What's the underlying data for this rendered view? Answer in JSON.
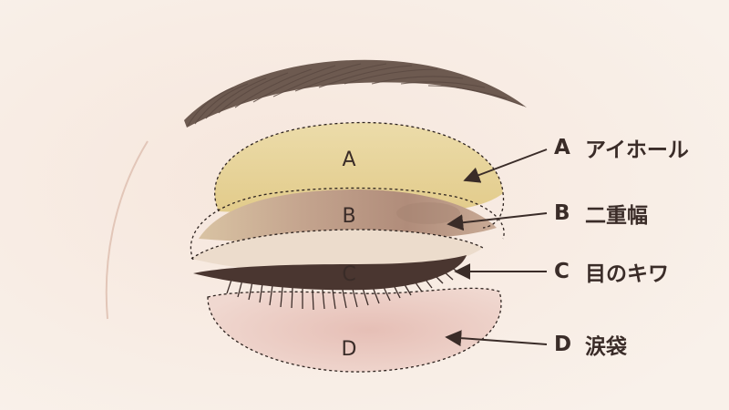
{
  "zones": [
    {
      "letter": "A",
      "name": "アイホール"
    },
    {
      "letter": "B",
      "name": "二重幅"
    },
    {
      "letter": "C",
      "name": "目のキワ"
    },
    {
      "letter": "D",
      "name": "涙袋"
    }
  ],
  "colors": {
    "background": "#f8efe8",
    "zone_a": "#e6d39a",
    "zone_b": "#b89886",
    "zone_c": "#e8d4c4",
    "zone_d": "#ecccc4",
    "ink": "#3a2c28"
  }
}
